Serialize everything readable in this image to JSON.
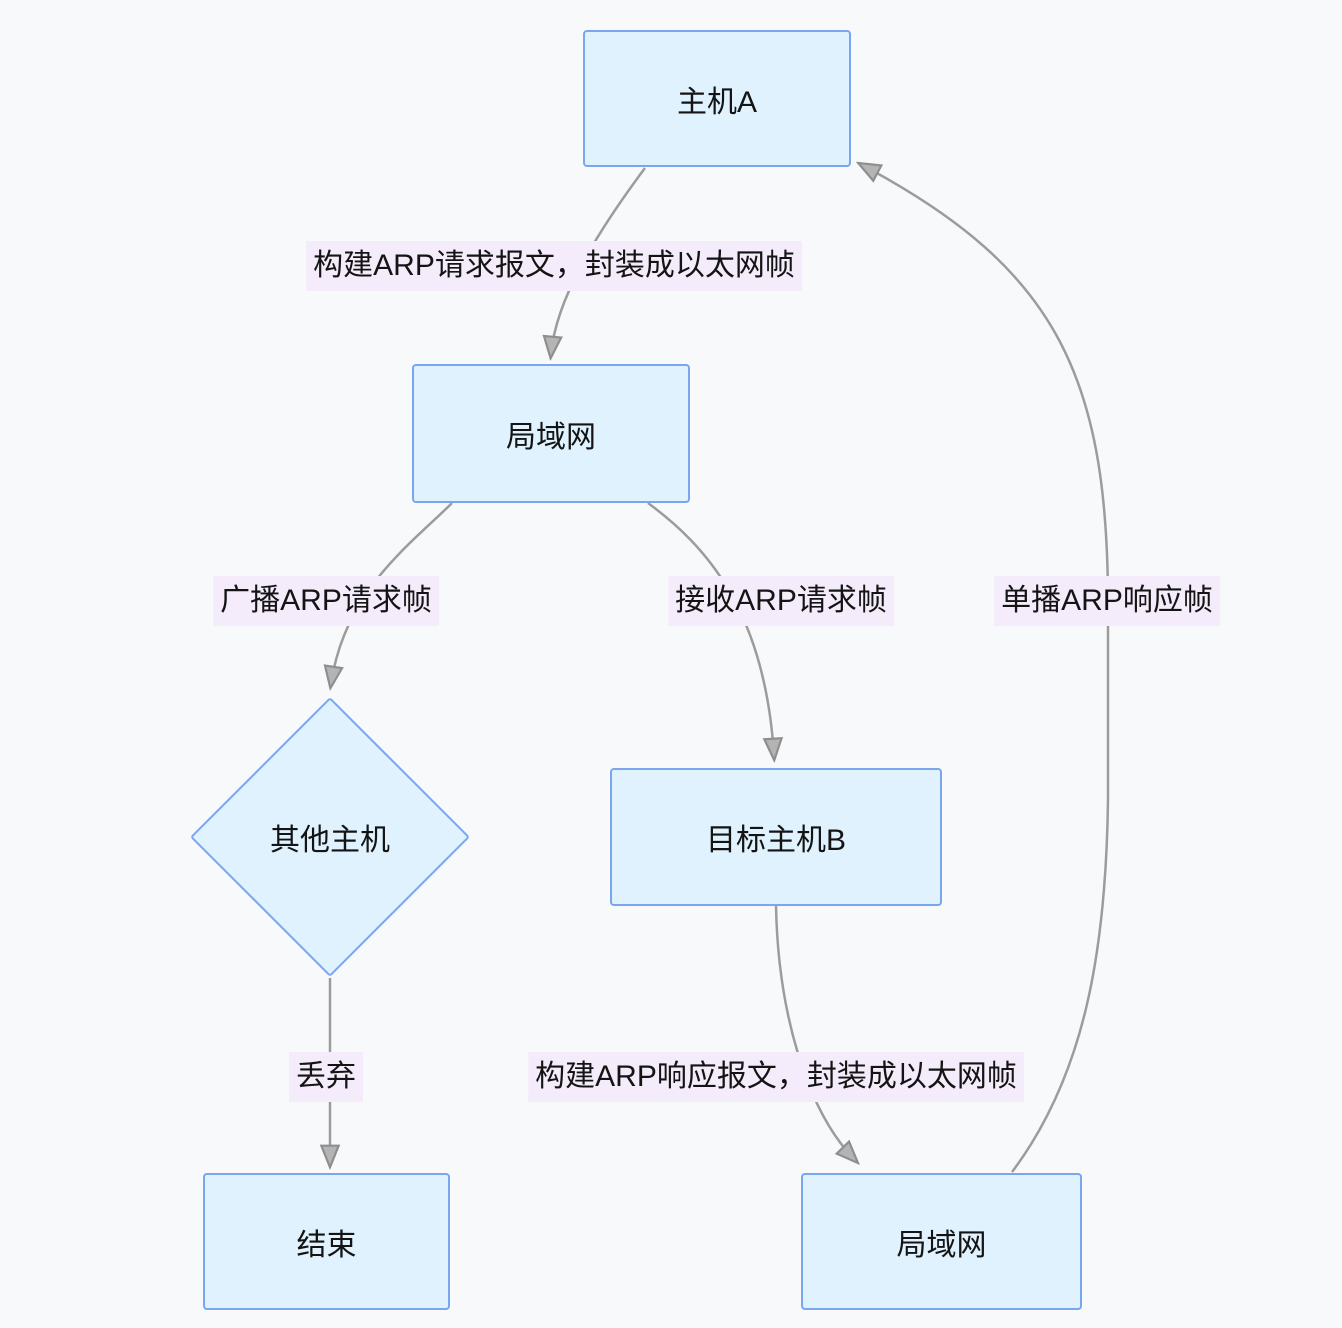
{
  "diagram": {
    "type": "flowchart",
    "colors": {
      "background": "#f8f9fa",
      "node_fill": "#dff2fe",
      "node_border": "#7aa6f0",
      "node_text": "#141414",
      "edge_line": "#9c9c9c",
      "arrowhead_fill": "#b4b4b4",
      "edge_label_bg": "#f5ecfb"
    },
    "nodes": {
      "host_a": {
        "label": "主机A",
        "shape": "rect"
      },
      "lan_top": {
        "label": "局域网",
        "shape": "rect"
      },
      "other_hosts": {
        "label": "其他主机",
        "shape": "diamond"
      },
      "target_host_b": {
        "label": "目标主机B",
        "shape": "rect"
      },
      "end": {
        "label": "结束",
        "shape": "rect"
      },
      "lan_bottom": {
        "label": "局域网",
        "shape": "rect"
      }
    },
    "edge_labels": {
      "build_request": "构建ARP请求报文，封装成以太网帧",
      "broadcast_request": "广播ARP请求帧",
      "receive_request": "接收ARP请求帧",
      "unicast_response": "单播ARP响应帧",
      "discard": "丢弃",
      "build_response": "构建ARP响应报文，封装成以太网帧"
    },
    "edges": [
      {
        "from": "host_a",
        "to": "lan_top",
        "label_key": "build_request"
      },
      {
        "from": "lan_top",
        "to": "other_hosts",
        "label_key": "broadcast_request"
      },
      {
        "from": "lan_top",
        "to": "target_host_b",
        "label_key": "receive_request"
      },
      {
        "from": "other_hosts",
        "to": "end",
        "label_key": "discard"
      },
      {
        "from": "target_host_b",
        "to": "lan_bottom",
        "label_key": "build_response"
      },
      {
        "from": "lan_bottom",
        "to": "host_a",
        "label_key": "unicast_response"
      }
    ]
  }
}
